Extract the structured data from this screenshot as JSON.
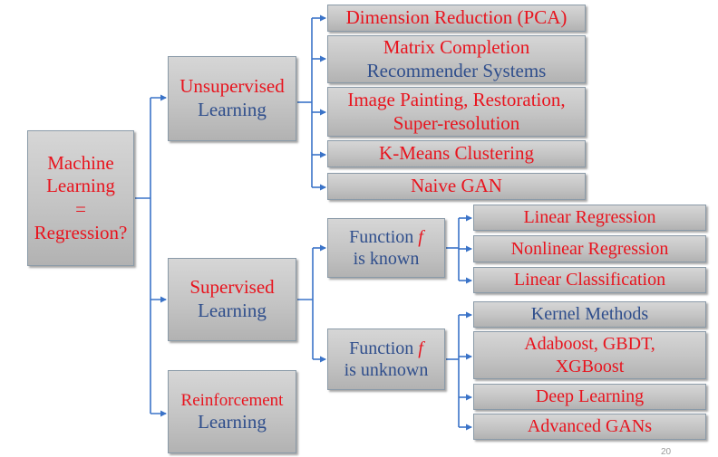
{
  "root": {
    "lines": [
      "Machine",
      "Learning",
      "=",
      "Regression?"
    ]
  },
  "level1": {
    "unsupervised": [
      "Unsupervised",
      "Learning"
    ],
    "supervised": [
      "Supervised",
      "Learning"
    ],
    "reinforcement": [
      "Reinforcement",
      "Learning"
    ]
  },
  "unsupervised_items": {
    "pca": "Dimension Reduction (PCA)",
    "matrix_completion": [
      "Matrix Completion",
      "Recommender Systems"
    ],
    "painting": [
      "Image Painting, Restoration,",
      "Super-resolution"
    ],
    "kmeans": "K-Means Clustering",
    "naive_gan": "Naive GAN"
  },
  "supervised_branches": {
    "known": {
      "prefix": "Function",
      "symbol": "f",
      "suffix": "is known"
    },
    "unknown": {
      "prefix": "Function",
      "symbol": "f",
      "suffix": "is unknown"
    }
  },
  "known_items": {
    "linear_regression": "Linear Regression",
    "nonlinear_regression": "Nonlinear Regression",
    "linear_classification": "Linear Classification"
  },
  "unknown_items": {
    "kernel": "Kernel Methods",
    "adaboost": [
      "Adaboost, GBDT,",
      "XGBoost"
    ],
    "deep_learning": "Deep Learning",
    "advanced_gans": "Advanced GANs"
  },
  "page_number": "20",
  "colors": {
    "red_text": "#e8141e",
    "blue_text": "#2f4e8c",
    "connector": "#3a73c8"
  }
}
